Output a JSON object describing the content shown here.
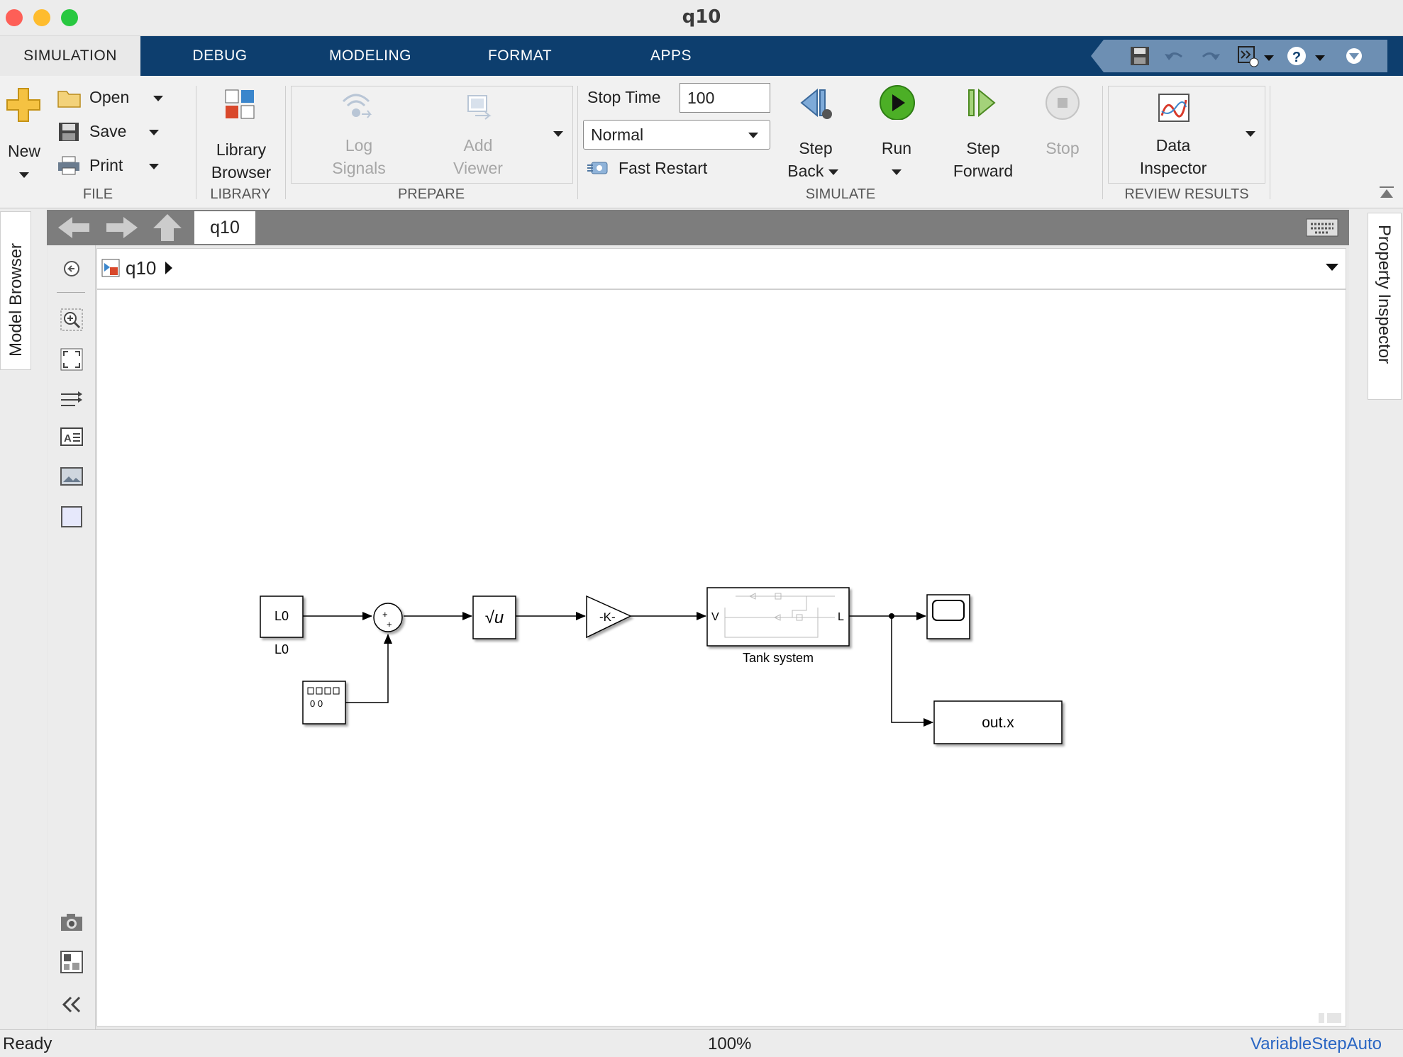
{
  "window": {
    "title": "q10"
  },
  "tabs": [
    "SIMULATION",
    "DEBUG",
    "MODELING",
    "FORMAT",
    "APPS"
  ],
  "file": {
    "new": "New",
    "open": "Open",
    "save": "Save",
    "print": "Print",
    "section": "FILE"
  },
  "library": {
    "line1": "Library",
    "line2": "Browser",
    "section": "LIBRARY"
  },
  "prepare": {
    "log1": "Log",
    "log2": "Signals",
    "add1": "Add",
    "add2": "Viewer",
    "section": "PREPARE"
  },
  "simulate": {
    "stop_time_label": "Stop Time",
    "stop_time_value": "100",
    "mode": "Normal",
    "fast_restart": "Fast Restart",
    "step_back1": "Step",
    "step_back2": "Back",
    "run": "Run",
    "step_fwd1": "Step",
    "step_fwd2": "Forward",
    "stop": "Stop",
    "section": "SIMULATE"
  },
  "review": {
    "line1": "Data",
    "line2": "Inspector",
    "section": "REVIEW RESULTS"
  },
  "editor": {
    "tab": "q10",
    "breadcrumb": "q10"
  },
  "panels": {
    "left": "Model Browser",
    "right": "Property Inspector"
  },
  "diagram": {
    "constant_value": "L0",
    "constant_name": "L0",
    "sum_signs": [
      "+",
      "+"
    ],
    "sqrt_symbol": "√u",
    "gain": "-K-",
    "subsystem_name": "Tank system",
    "subsystem_in": "V",
    "subsystem_out": "L",
    "to_workspace": "out.x",
    "clock_digits": "0 0"
  },
  "status": {
    "left": "Ready",
    "zoom": "100%",
    "solver": "VariableStepAuto"
  },
  "colors": {
    "tabbar": "#0d3e6e",
    "accent": "#2a66c3",
    "run": "#4caf26"
  }
}
